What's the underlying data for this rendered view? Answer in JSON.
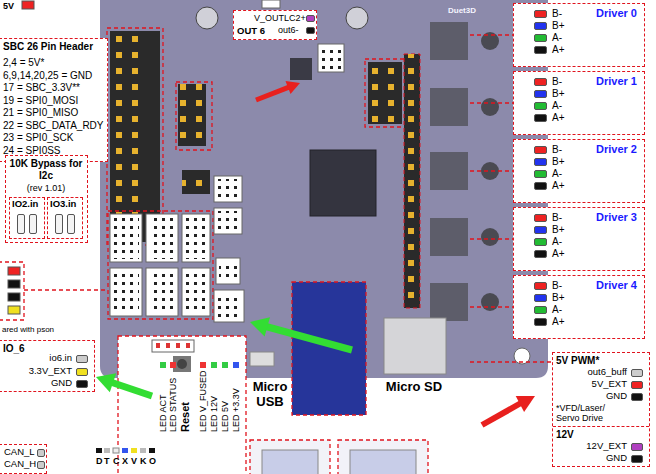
{
  "diagram": {
    "nodes": [
      {
        "text": [
          "SBC 26 Pin Header",
          "2,4 = 5V*",
          "6,9,14,20,25 = GND",
          "17 = SBC_3.3V**",
          "19 = SPI0_MOSI",
          "21 = SPI0_MISO",
          "22 = SBC_DATA_RDY",
          "23 = SPI0_SCK",
          "24 = SPI0SS"
        ]
      },
      {
        "text": [
          "Driver 0",
          "B-",
          "B+",
          "A-",
          "A+"
        ]
      },
      {
        "text": [
          "Driver 1",
          "B-",
          "B+",
          "A-",
          "A+"
        ]
      },
      {
        "text": [
          "Driver 2",
          "B-",
          "B+",
          "A-",
          "A+"
        ]
      },
      {
        "text": [
          "Driver 3",
          "B-",
          "B+",
          "A-",
          "A+"
        ]
      },
      {
        "text": [
          "Driver 4",
          "B-",
          "B+",
          "A-",
          "A+"
        ]
      },
      {
        "text": [
          "V_OUTLC2+",
          "out6-",
          "OUT 6"
        ]
      },
      {
        "text": [
          "10K Bypass for I2c",
          "(rev 1.01)"
        ]
      },
      {
        "text": [
          "IO2.in"
        ],
        "in": 7
      },
      {
        "text": [
          "IO3.in"
        ],
        "in": 7
      },
      {
        "text": [
          "IO_6",
          "io6.in",
          "3.3V_EXT",
          "GND"
        ]
      },
      {
        "text": [
          "5V PWM*",
          "out6_buff",
          "5V_EXT",
          "GND",
          "*VFD/Laser/ Servo Drive",
          "12V",
          "12V_EXT",
          "GND"
        ]
      },
      {
        "text": [
          "CAN_L",
          "CAN_H"
        ]
      }
    ],
    "labels": [
      "5V",
      "ared with pson",
      "Duet3D",
      "Micro USB",
      "Micro SD",
      "Reset",
      "LED ACT",
      "LED STATUS",
      "LED V_FUSED",
      "LED 12V",
      "LED 5V",
      "LED +3.3V",
      "D",
      "T",
      "C",
      "X",
      "V",
      "K",
      "O"
    ]
  }
}
